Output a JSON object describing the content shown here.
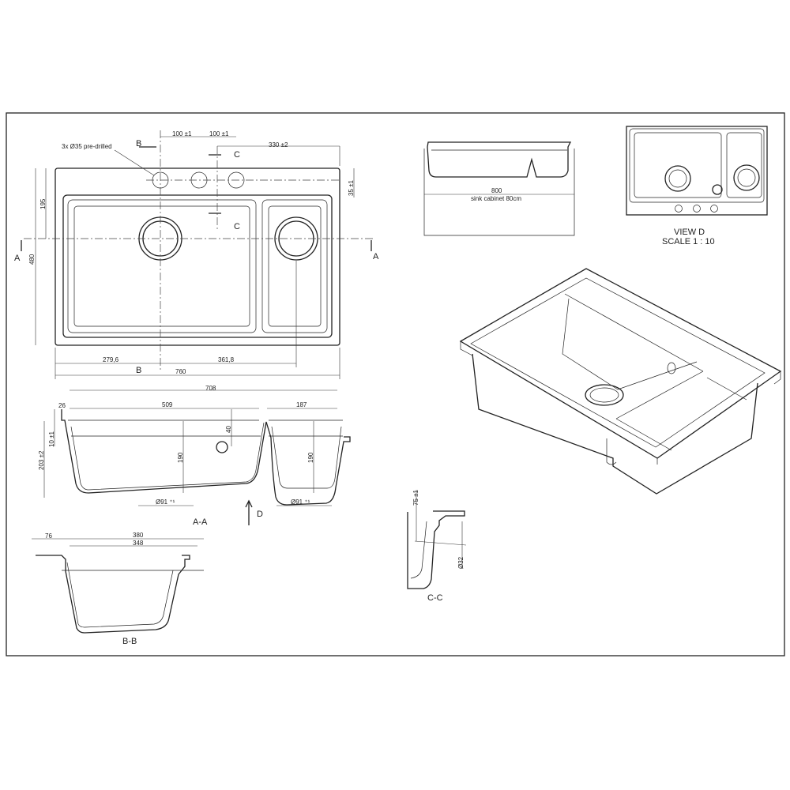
{
  "plan_view": {
    "callout_holes": "3x Ø35 pre-drilled",
    "dim_hole_spacing_1": "100 ±1",
    "dim_hole_spacing_2": "100 ±1",
    "dim_330": "330 ±2",
    "dim_35": "35 ±1",
    "dim_195": "195",
    "dim_480": "480",
    "dim_279": "279,6",
    "dim_361": "361,8",
    "dim_760": "760",
    "section_b_top": "B",
    "section_b_bottom": "B",
    "section_c_top": "C",
    "section_c_bottom": "C",
    "section_a_left": "A",
    "section_a_right": "A"
  },
  "section_aa": {
    "dim_708": "708",
    "dim_26": "26",
    "dim_509": "509",
    "dim_187": "187",
    "dim_40": "40",
    "dim_10": "10 ±1",
    "dim_203": "203 ±2",
    "dim_190_left": "190",
    "dim_190_right": "190",
    "drain_left": "Ø91 ⁺¹",
    "drain_right": "Ø91 ⁺¹",
    "view_arrow": "D",
    "label": "A-A"
  },
  "section_bb": {
    "dim_76": "76",
    "dim_380": "380",
    "dim_348": "348",
    "label": "B-B"
  },
  "section_cc": {
    "dim_75": "75 ±1",
    "dim_32": "Ø32",
    "label": "C-C"
  },
  "cabinet_view": {
    "dim_800": "800",
    "caption": "sink cabinet 80cm"
  },
  "view_d": {
    "title": "VIEW D",
    "scale": "SCALE 1 : 10"
  }
}
